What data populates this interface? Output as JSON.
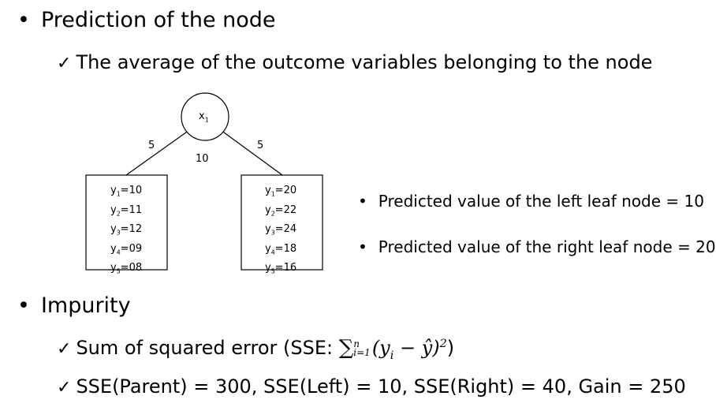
{
  "heading1": "Prediction of the node",
  "sub1": "The average of the outcome variables belonging to the node",
  "tree": {
    "root_label": "x",
    "root_sub": "1",
    "left_edge_label": "5",
    "right_edge_label": "5",
    "root_count": "10",
    "left_leaf": [
      {
        "var": "y",
        "sub": "1",
        "val": "=10"
      },
      {
        "var": "y",
        "sub": "2",
        "val": "=11"
      },
      {
        "var": "y",
        "sub": "3",
        "val": "=12"
      },
      {
        "var": "y",
        "sub": "4",
        "val": "=09"
      },
      {
        "var": "y",
        "sub": "5",
        "val": "=08"
      }
    ],
    "right_leaf": [
      {
        "var": "y",
        "sub": "1",
        "val": "=20"
      },
      {
        "var": "y",
        "sub": "2",
        "val": "=22"
      },
      {
        "var": "y",
        "sub": "3",
        "val": "=24"
      },
      {
        "var": "y",
        "sub": "4",
        "val": "=18"
      },
      {
        "var": "y",
        "sub": "5",
        "val": "=16"
      }
    ]
  },
  "pred_left": "Predicted value of the left leaf node = 10",
  "pred_right": "Predicted value of the right leaf node = 20",
  "heading2": "Impurity",
  "sse_text": "Sum of squared error (SSE: ",
  "sse_formula": {
    "sum": "∑",
    "upper": "n",
    "lower": "i=1",
    "body": "(y",
    "body_sub": "i",
    "minus": " − ŷ)",
    "sq": "2",
    "close": ")"
  },
  "sse_values": "SSE(Parent) = 300, SSE(Left) = 10, SSE(Right) = 40, Gain = 250",
  "bullet_char": "•",
  "check_char": "✓"
}
